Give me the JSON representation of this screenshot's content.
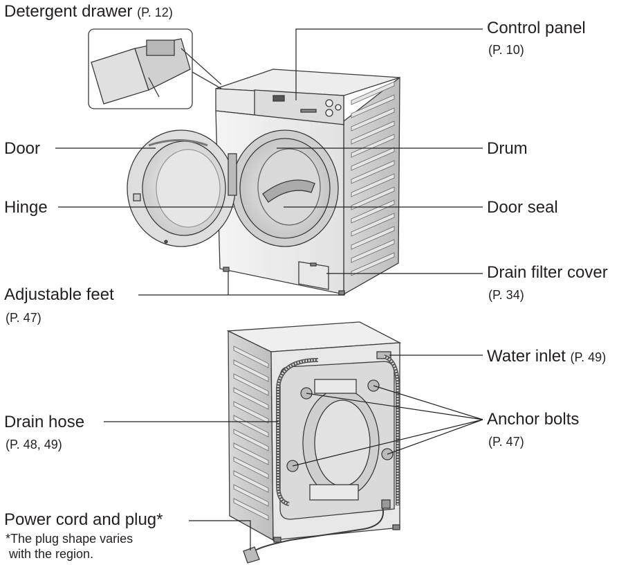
{
  "labels": {
    "detergent_drawer": {
      "text": "Detergent drawer",
      "ref": "(P. 12)"
    },
    "control_panel": {
      "text": "Control panel",
      "ref": "(P. 10)"
    },
    "door": {
      "text": "Door"
    },
    "drum": {
      "text": "Drum"
    },
    "hinge": {
      "text": "Hinge"
    },
    "door_seal": {
      "text": "Door seal"
    },
    "adjustable_feet": {
      "text": "Adjustable feet",
      "ref": "(P. 47)"
    },
    "drain_filter_cover": {
      "text": "Drain filter cover",
      "ref": "(P. 34)"
    },
    "water_inlet": {
      "text": "Water inlet",
      "ref": "(P. 49)"
    },
    "drain_hose": {
      "text": "Drain hose",
      "ref": "(P. 48, 49)"
    },
    "anchor_bolts": {
      "text": "Anchor bolts",
      "ref": "(P. 47)"
    },
    "power_cord": {
      "text": "Power cord and plug*",
      "note": "*The plug shape varies\n with the region."
    }
  }
}
